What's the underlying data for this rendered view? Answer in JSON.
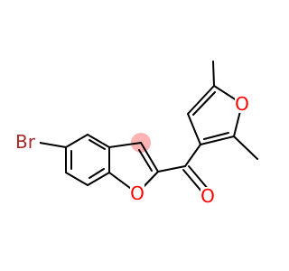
{
  "molecule": {
    "atoms": [
      {
        "id": "Br",
        "label": "Br",
        "color": "#a52a2a"
      },
      {
        "id": "O_bf",
        "label": "O",
        "color": "#ff0000"
      },
      {
        "id": "O_keto",
        "label": "O",
        "color": "#ff0000"
      },
      {
        "id": "O_fur",
        "label": "O",
        "color": "#ff0000"
      }
    ],
    "highlight_color": "#ffb3b3"
  }
}
